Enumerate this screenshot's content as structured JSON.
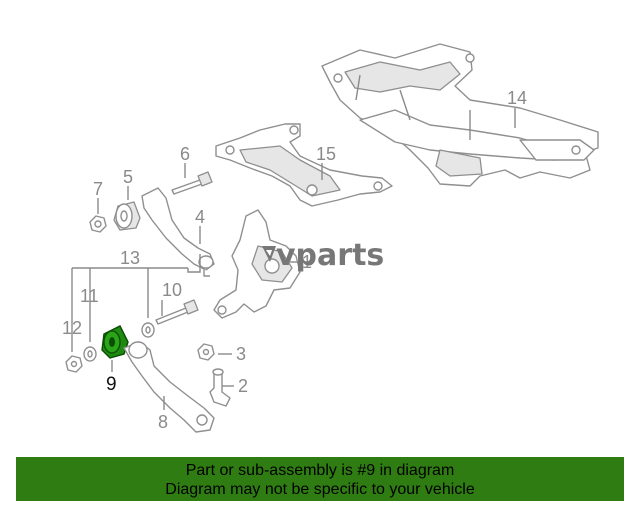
{
  "watermark": {
    "brand": "vparts"
  },
  "highlight": {
    "part_number": "9",
    "color": "#1e8a10"
  },
  "callouts": [
    {
      "id": "14",
      "label": "14"
    },
    {
      "id": "15",
      "label": "15"
    },
    {
      "id": "6",
      "label": "6"
    },
    {
      "id": "7",
      "label": "7"
    },
    {
      "id": "5",
      "label": "5"
    },
    {
      "id": "4",
      "label": "4"
    },
    {
      "id": "13",
      "label": "13"
    },
    {
      "id": "1",
      "label": "1"
    },
    {
      "id": "11",
      "label": "11"
    },
    {
      "id": "10",
      "label": "10"
    },
    {
      "id": "12",
      "label": "12"
    },
    {
      "id": "9",
      "label": "9"
    },
    {
      "id": "3",
      "label": "3"
    },
    {
      "id": "2",
      "label": "2"
    },
    {
      "id": "8",
      "label": "8"
    }
  ],
  "banner": {
    "line1": "Part or sub-assembly is #9 in diagram",
    "line2": "Diagram may not be specific to your vehicle",
    "background": "#2f7d12"
  }
}
